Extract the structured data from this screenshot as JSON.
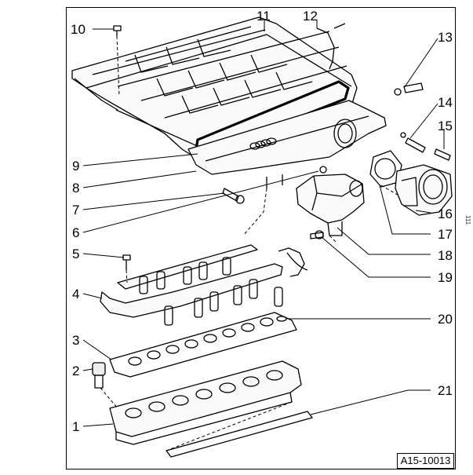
{
  "figure_id": "A15-10013",
  "margin_mark": "111",
  "callouts": {
    "c1": "1",
    "c2": "2",
    "c3": "3",
    "c4": "4",
    "c5": "5",
    "c6": "6",
    "c7": "7",
    "c8": "8",
    "c9": "9",
    "c10": "10",
    "c11": "11",
    "c12": "12",
    "c13": "13",
    "c14": "14",
    "c15": "15",
    "c16": "16",
    "c17": "17",
    "c18": "18",
    "c19": "19",
    "c20": "20",
    "c21": "21"
  }
}
